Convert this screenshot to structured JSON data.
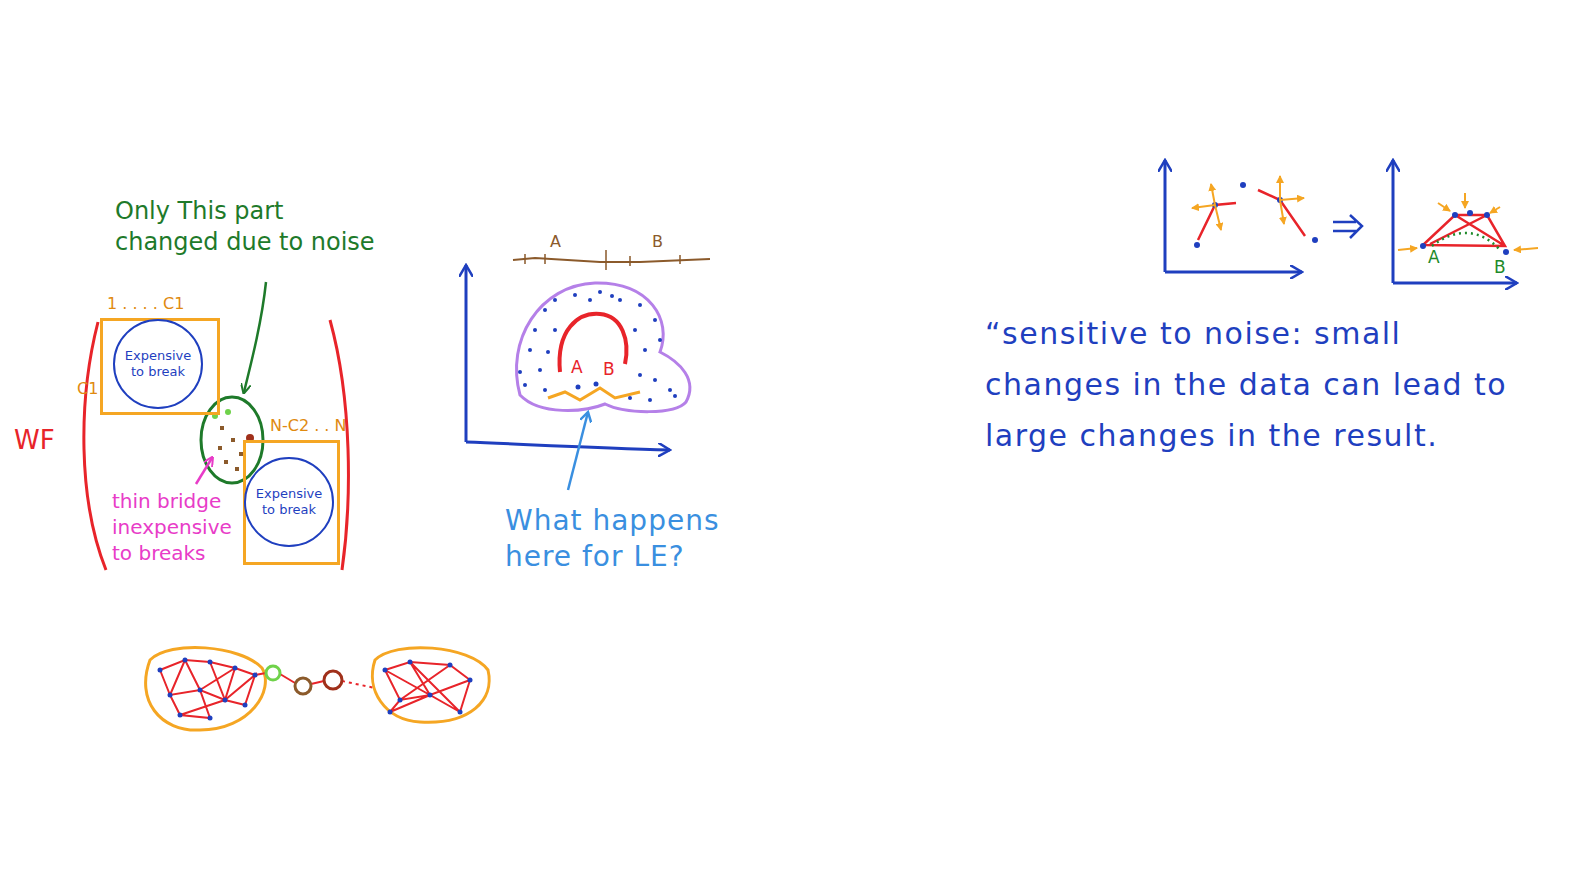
{
  "diagram": {
    "nodes": [
      {
        "text": [
          "1 . . . . C1",
          "C1"
        ]
      },
      {
        "text": [
          "Expensive to break"
        ],
        "in": 0
      },
      {
        "text": [
          "N-C2 . . N"
        ]
      },
      {
        "text": [
          "Expensive to break"
        ],
        "in": 2
      }
    ],
    "labels": [
      "Only This part changed due to noise",
      "WF",
      "thin bridge inexpensive to breaks",
      "A",
      "B",
      "A",
      "B",
      "What happens here for LE?",
      "A",
      "B",
      "“sensitive to noise: small changes in the data can lead to large changes in the result."
    ]
  }
}
